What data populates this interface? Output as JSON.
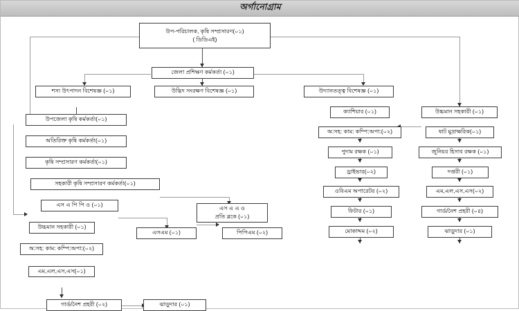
{
  "header": {
    "title": "অর্গানোগ্রাম"
  },
  "chart_data": {
    "type": "diagram",
    "title": "অর্গানোগ্রাম",
    "diagram_kind": "organization-chart",
    "nodes": [
      {
        "id": "dd",
        "label_lines": [
          "উপ-পরিচালক, কৃষি সম্প্রসারণ(০১)",
          "( ডিডিএই)"
        ],
        "count": "০১"
      },
      {
        "id": "dto",
        "label_lines": [
          "জেলা প্রশিক্ষণ কর্মকর্তা (০১)"
        ],
        "count": "০১"
      },
      {
        "id": "crop",
        "label_lines": [
          "শস্য উৎপাদন বিশেষজ্ঞ (০১)"
        ],
        "count": "০১"
      },
      {
        "id": "plantprot",
        "label_lines": [
          "উদ্ভিদ সংরক্ষণ বিশেষজ্ঞ  (০১)"
        ],
        "count": "০১"
      },
      {
        "id": "horti",
        "label_lines": [
          "উদ্যানতত্ত্ব বিশেষজ্ঞ (০১)"
        ],
        "count": "০১"
      },
      {
        "id": "uao",
        "label_lines": [
          "উপজেলা কৃষি কর্মকর্তা(০১)"
        ],
        "count": "০১"
      },
      {
        "id": "aao",
        "label_lines": [
          "অতিরিক্ত কৃষি কর্মকর্তা(০১)"
        ],
        "count": "০১"
      },
      {
        "id": "aeo",
        "label_lines": [
          "কৃষি সম্প্রসারণ কর্মকর্তা(০১)"
        ],
        "count": "০১"
      },
      {
        "id": "saeo",
        "label_lines": [
          "সহকারী কৃষি সম্প্রসারণ কর্মকর্তা(০১)"
        ],
        "count": "০১"
      },
      {
        "id": "sappo",
        "label_lines": [
          "এস এ পি পি ও (০১)"
        ],
        "count": "০১"
      },
      {
        "id": "saao",
        "label_lines": [
          "এস এ এ ও",
          "প্রতি ব্লকে (০১)"
        ],
        "count": "০১"
      },
      {
        "id": "sm",
        "label_lines": [
          "এসএম (০১)"
        ],
        "count": "০১"
      },
      {
        "id": "ppm",
        "label_lines": [
          "পিপিএম (০২)"
        ],
        "count": "০২"
      },
      {
        "id": "ua_left",
        "label_lines": [
          "উচ্চমান সহকারী  (০১)"
        ],
        "count": "০১"
      },
      {
        "id": "osk_left",
        "label_lines": [
          "অ:সহ: কাম: কম্পি:অপা:(০২)"
        ],
        "count": "০২"
      },
      {
        "id": "mlss_left",
        "label_lines": [
          "এম,এল,এস,এস(০১)"
        ],
        "count": "০১"
      },
      {
        "id": "guard_left",
        "label_lines": [
          "গার্ড/নৈশ প্রহরী (০২)"
        ],
        "count": "০২"
      },
      {
        "id": "sweep_left",
        "label_lines": [
          "ঝাড়ুদার (০১)"
        ],
        "count": "০১"
      },
      {
        "id": "cashier",
        "label_lines": [
          "ক্যাশিয়ার (০১)"
        ],
        "count": "০১"
      },
      {
        "id": "osk_mid",
        "label_lines": [
          "অ:সহ: কাম: কম্পি:অপা:(০২)"
        ],
        "count": "০২"
      },
      {
        "id": "store",
        "label_lines": [
          "পুদাম রক্ষক (০১)"
        ],
        "count": "০১"
      },
      {
        "id": "driver",
        "label_lines": [
          "ড্রাইভার(০২)"
        ],
        "count": "০২"
      },
      {
        "id": "obm",
        "label_lines": [
          "ওবিএম অপারেটর (০২)"
        ],
        "count": "০২"
      },
      {
        "id": "fitter",
        "label_lines": [
          "ফিটার (০১)"
        ],
        "count": "০১"
      },
      {
        "id": "mokaddam",
        "label_lines": [
          "মোকাদ্দম (০২)"
        ],
        "count": "০২"
      },
      {
        "id": "ua_right",
        "label_lines": [
          "উচ্চমান সহকারী  (০১)"
        ],
        "count": "০১"
      },
      {
        "id": "typist",
        "label_lines": [
          "ষাট মুদ্রাক্ষরিক(০১)"
        ],
        "count": "০১"
      },
      {
        "id": "jr_acc",
        "label_lines": [
          "জুনিয়র হিসাব রক্ষক (০১)"
        ],
        "count": "০১"
      },
      {
        "id": "daftari",
        "label_lines": [
          "দপ্তরী (০১)"
        ],
        "count": "০১"
      },
      {
        "id": "mlss_right",
        "label_lines": [
          "এম,এল,এস,এস(০২)"
        ],
        "count": "০২"
      },
      {
        "id": "guard_right",
        "label_lines": [
          "গার্ড/নৈশ প্রহরী (০৪)"
        ],
        "count": "০৪"
      },
      {
        "id": "sweep_right",
        "label_lines": [
          "ঝাড়ুদার (০১)"
        ],
        "count": "০১"
      }
    ],
    "edges": [
      {
        "from": "dd",
        "to": "dto"
      },
      {
        "from": "dd",
        "to": "uao"
      },
      {
        "from": "dd",
        "to": "ua_right"
      },
      {
        "from": "dto",
        "to": "crop"
      },
      {
        "from": "dto",
        "to": "plantprot"
      },
      {
        "from": "dto",
        "to": "horti"
      },
      {
        "from": "uao",
        "to": "aao"
      },
      {
        "from": "aao",
        "to": "aeo"
      },
      {
        "from": "aeo",
        "to": "saeo"
      },
      {
        "from": "saeo",
        "to": "sappo"
      },
      {
        "from": "saeo",
        "to": "saao"
      },
      {
        "from": "sappo",
        "to": "sm"
      },
      {
        "from": "sm",
        "to": "ppm"
      },
      {
        "from": "uao",
        "to": "ua_left"
      },
      {
        "from": "ua_left",
        "to": "osk_left"
      },
      {
        "from": "osk_left",
        "to": "mlss_left"
      },
      {
        "from": "mlss_left",
        "to": "guard_left"
      },
      {
        "from": "guard_left",
        "to": "sweep_left"
      },
      {
        "from": "ua_right",
        "to": "cashier"
      },
      {
        "from": "cashier",
        "to": "osk_mid"
      },
      {
        "from": "osk_mid",
        "to": "store"
      },
      {
        "from": "store",
        "to": "driver"
      },
      {
        "from": "driver",
        "to": "obm"
      },
      {
        "from": "obm",
        "to": "fitter"
      },
      {
        "from": "fitter",
        "to": "mokaddam"
      },
      {
        "from": "ua_right",
        "to": "typist"
      },
      {
        "from": "typist",
        "to": "jr_acc"
      },
      {
        "from": "jr_acc",
        "to": "daftari"
      },
      {
        "from": "daftari",
        "to": "mlss_right"
      },
      {
        "from": "mlss_right",
        "to": "guard_right"
      },
      {
        "from": "guard_right",
        "to": "sweep_right"
      }
    ]
  }
}
